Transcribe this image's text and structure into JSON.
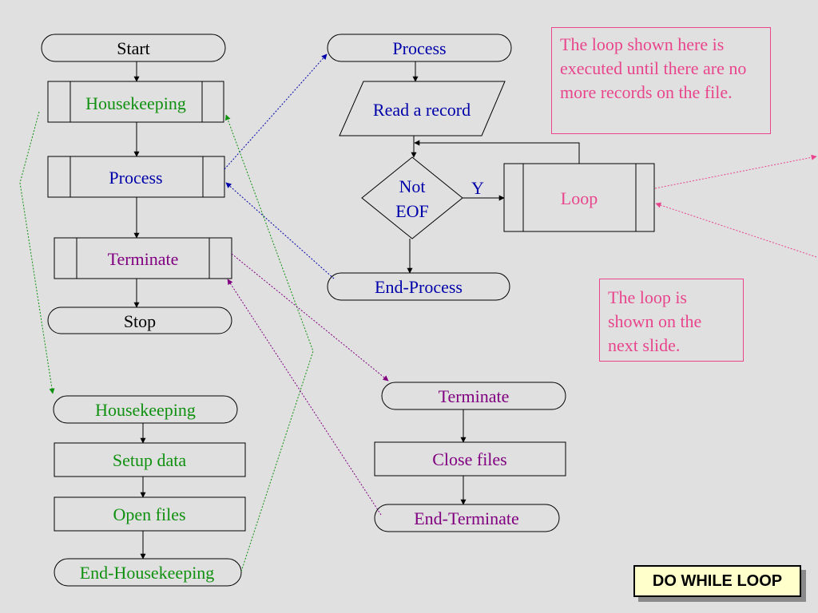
{
  "colors": {
    "background": "#e0e0e0",
    "black": "#000000",
    "blue": "#0000aa",
    "green": "#109010",
    "purple": "#800080",
    "pink": "#e8458c"
  },
  "main_flow": {
    "start": "Start",
    "housekeeping": "Housekeeping",
    "process": "Process",
    "terminate": "Terminate",
    "stop": "Stop"
  },
  "process_module": {
    "title": "Process",
    "read": "Read a record",
    "decision_line1": "Not",
    "decision_line2": "EOF",
    "yes_label": "Y",
    "loop": "Loop",
    "end": "End-Process"
  },
  "housekeeping_module": {
    "title": "Housekeeping",
    "setup": "Setup data",
    "open": "Open files",
    "end": "End-Housekeeping"
  },
  "terminate_module": {
    "title": "Terminate",
    "close": "Close files",
    "end": "End-Terminate"
  },
  "notes": {
    "top": "The loop shown here is executed until there are no more records on the file.",
    "bottom": "The loop is shown on the next slide."
  },
  "slide_title": "DO WHILE LOOP"
}
